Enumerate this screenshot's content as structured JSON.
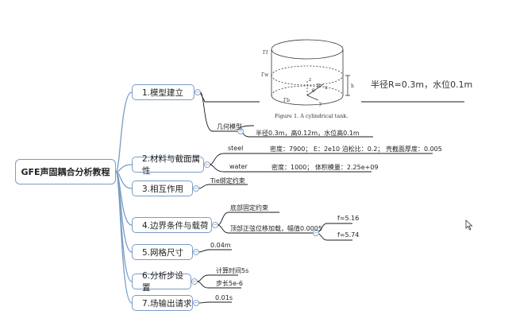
{
  "root": "GFE声固耦合分析教程",
  "nodes": [
    {
      "id": "model",
      "label": "1.模型建立"
    },
    {
      "id": "material",
      "label": "2.材料与截面属性"
    },
    {
      "id": "interaction",
      "label": "3.相互作用"
    },
    {
      "id": "boundary",
      "label": "4.边界条件与载荷"
    },
    {
      "id": "mesh",
      "label": "5.网格尺寸"
    },
    {
      "id": "step",
      "label": "6.分析步设置"
    },
    {
      "id": "output",
      "label": "7.场输出请求"
    }
  ],
  "leaves": {
    "geometry": "几何模型",
    "geometry_detail": "半径0.3m，高0.12m，水位高0.1m",
    "steel": "steel",
    "steel_detail": "密度：7900；   E：2e10  泊松比：0.2；  壳截面厚度：0.005",
    "water": "water",
    "water_detail": "密度：1000；    体积模量：2.25e+09",
    "tie": "Tie绑定约束",
    "bottom": "底部固定约束",
    "top": "顶部正弦位移加载，幅值0.0005",
    "f1": "f=5.16",
    "f2": "f=5.74",
    "mesh": "0.04m",
    "calc_time": "计算时间5s",
    "step_size": "步长5e-6",
    "output": "0.01s"
  },
  "figure": {
    "caption": "Figure 1. A cylindrical tank.",
    "labels": [
      "Γf",
      "Γw",
      "Γb",
      "h",
      "z",
      "R",
      "θ",
      "x",
      "y"
    ]
  },
  "annotation": "半径R=0.3m，水位0.1m",
  "colors": {
    "line": "#7a9cc6",
    "toggle": "#8aa4c8",
    "underline": "#1a1a1a"
  }
}
